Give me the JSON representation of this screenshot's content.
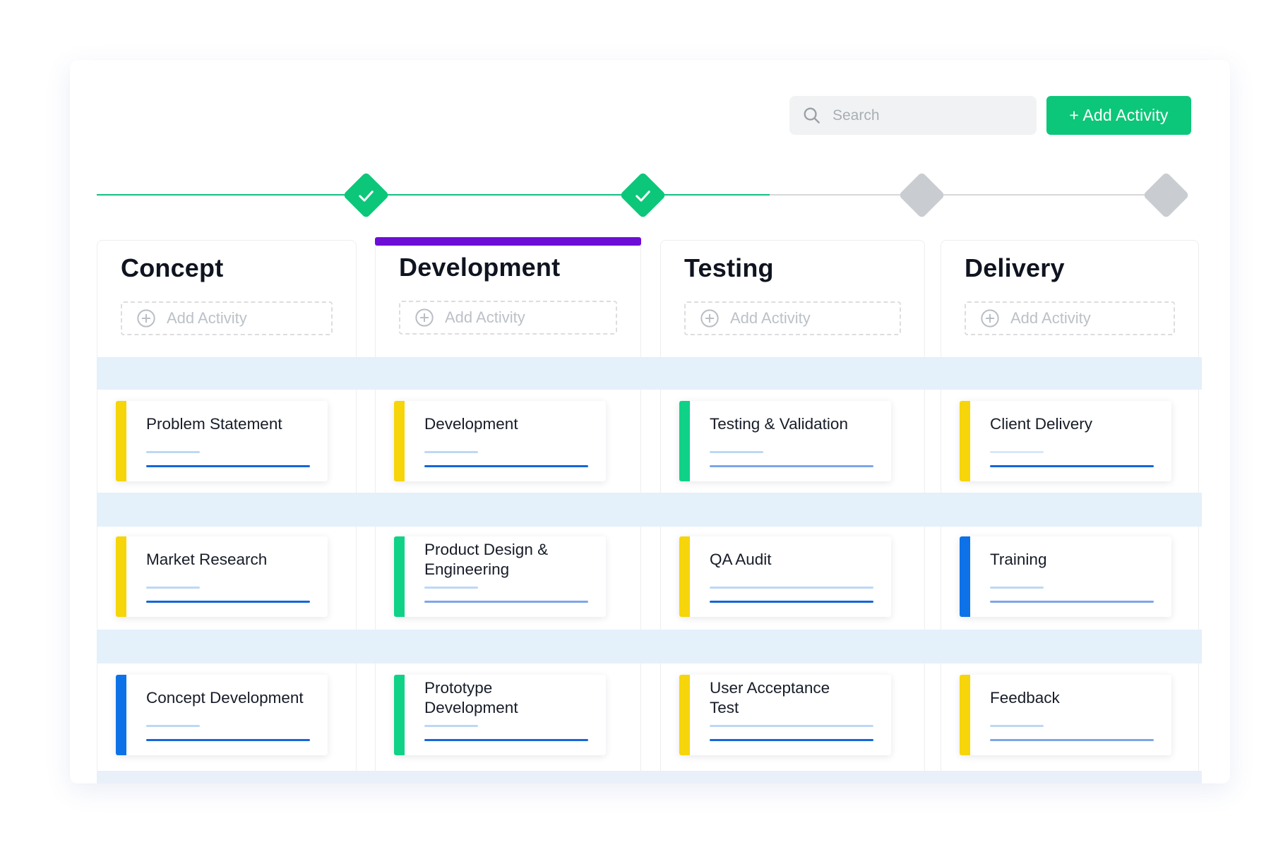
{
  "header": {
    "search_placeholder": "Search",
    "add_activity_label": "+ Add Activity"
  },
  "timeline": {
    "checkpoints": [
      {
        "status": "done"
      },
      {
        "status": "done"
      },
      {
        "status": "pending"
      },
      {
        "status": "pending"
      }
    ]
  },
  "columns": [
    {
      "title": "Concept",
      "active": false,
      "add_label": "Add Activity",
      "cards": [
        {
          "title": "Problem Statement",
          "bar": "yellow",
          "lines": [
            {
              "len": "short",
              "tone": "light"
            },
            {
              "len": "long",
              "tone": "strong"
            }
          ]
        },
        {
          "title": "Market Research",
          "bar": "yellow",
          "lines": [
            {
              "len": "short",
              "tone": "light"
            },
            {
              "len": "long",
              "tone": "strong"
            }
          ]
        },
        {
          "title": "Concept Development",
          "bar": "blue",
          "lines": [
            {
              "len": "short",
              "tone": "light"
            },
            {
              "len": "long",
              "tone": "strong"
            }
          ]
        }
      ]
    },
    {
      "title": "Development",
      "active": true,
      "add_label": "Add Activity",
      "cards": [
        {
          "title": "Development",
          "bar": "yellow",
          "lines": [
            {
              "len": "short",
              "tone": "light"
            },
            {
              "len": "long",
              "tone": "strong"
            }
          ]
        },
        {
          "title": "Product Design &\nEngineering",
          "bar": "green",
          "lines": [
            {
              "len": "short",
              "tone": "light"
            },
            {
              "len": "long",
              "tone": "medium"
            }
          ]
        },
        {
          "title": "Prototype\nDevelopment",
          "bar": "green",
          "lines": [
            {
              "len": "short",
              "tone": "light"
            },
            {
              "len": "long",
              "tone": "strong"
            }
          ]
        }
      ]
    },
    {
      "title": "Testing",
      "active": false,
      "add_label": "Add Activity",
      "cards": [
        {
          "title": "Testing & Validation",
          "bar": "green",
          "lines": [
            {
              "len": "short",
              "tone": "light"
            },
            {
              "len": "long",
              "tone": "medium"
            }
          ]
        },
        {
          "title": "QA Audit",
          "bar": "yellow",
          "lines": [
            {
              "len": "long",
              "tone": "light"
            },
            {
              "len": "long",
              "tone": "strong"
            }
          ]
        },
        {
          "title": "User Acceptance\nTest",
          "bar": "yellow",
          "lines": [
            {
              "len": "long",
              "tone": "light"
            },
            {
              "len": "long",
              "tone": "strong"
            }
          ]
        }
      ]
    },
    {
      "title": "Delivery",
      "active": false,
      "add_label": "Add Activity",
      "cards": [
        {
          "title": "Client Delivery",
          "bar": "yellow",
          "lines": [
            {
              "len": "short",
              "tone": "xlight"
            },
            {
              "len": "long",
              "tone": "strong"
            }
          ]
        },
        {
          "title": "Training",
          "bar": "blue",
          "lines": [
            {
              "len": "short",
              "tone": "light"
            },
            {
              "len": "long",
              "tone": "medium"
            }
          ]
        },
        {
          "title": "Feedback",
          "bar": "yellow",
          "lines": [
            {
              "len": "short",
              "tone": "light"
            },
            {
              "len": "long",
              "tone": "medium"
            }
          ]
        }
      ]
    }
  ],
  "colors": {
    "green": "#0cc779",
    "green_bar": "#0fd287",
    "yellow": "#f6d50a",
    "blue": "#0d72e8",
    "purple": "#6d0ed6",
    "pending_gray": "#c9cdd2",
    "timeline_green": "#15c07f",
    "timeline_gray": "#d8d8d8",
    "lane": "#e4f0fa",
    "lane_bottom": "#eaf0fa",
    "line_light": "#bdd8f4",
    "line_xlight": "#d8e7f8",
    "line_medium": "#7ca6ea",
    "line_strong": "#1566d9"
  }
}
